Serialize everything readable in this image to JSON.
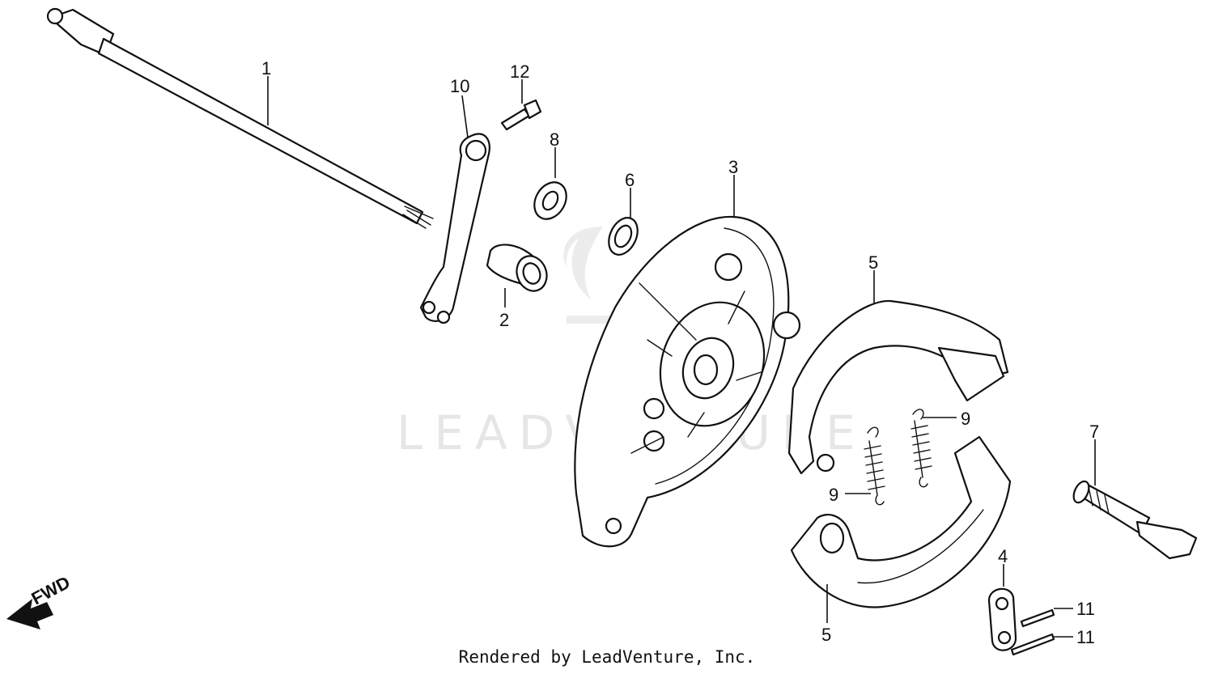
{
  "watermark": "LEADVENTURE",
  "footer": "Rendered by LeadVenture, Inc.",
  "direction_label": "FWD",
  "callouts": [
    "1",
    "10",
    "12",
    "8",
    "6",
    "3",
    "2",
    "5",
    "9",
    "9",
    "7",
    "4",
    "5",
    "11",
    "11"
  ]
}
